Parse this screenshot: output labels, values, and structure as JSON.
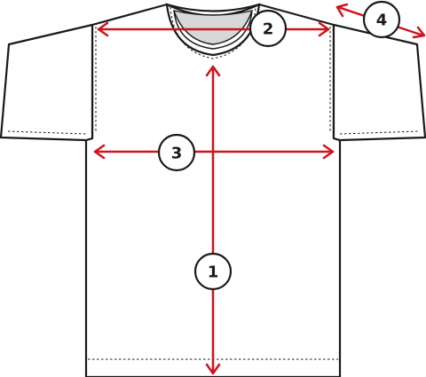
{
  "colors": {
    "outline": "#1a1a1a",
    "fill": "#ffffff",
    "collar_inner": "#d8d8d8",
    "measure_line": "#d0141e",
    "marker_fill": "#ffffff",
    "marker_stroke": "#1a1a1a"
  },
  "markers": [
    {
      "id": "length",
      "label": "1"
    },
    {
      "id": "shoulder",
      "label": "2"
    },
    {
      "id": "chest",
      "label": "3"
    },
    {
      "id": "sleeve",
      "label": "4"
    }
  ]
}
